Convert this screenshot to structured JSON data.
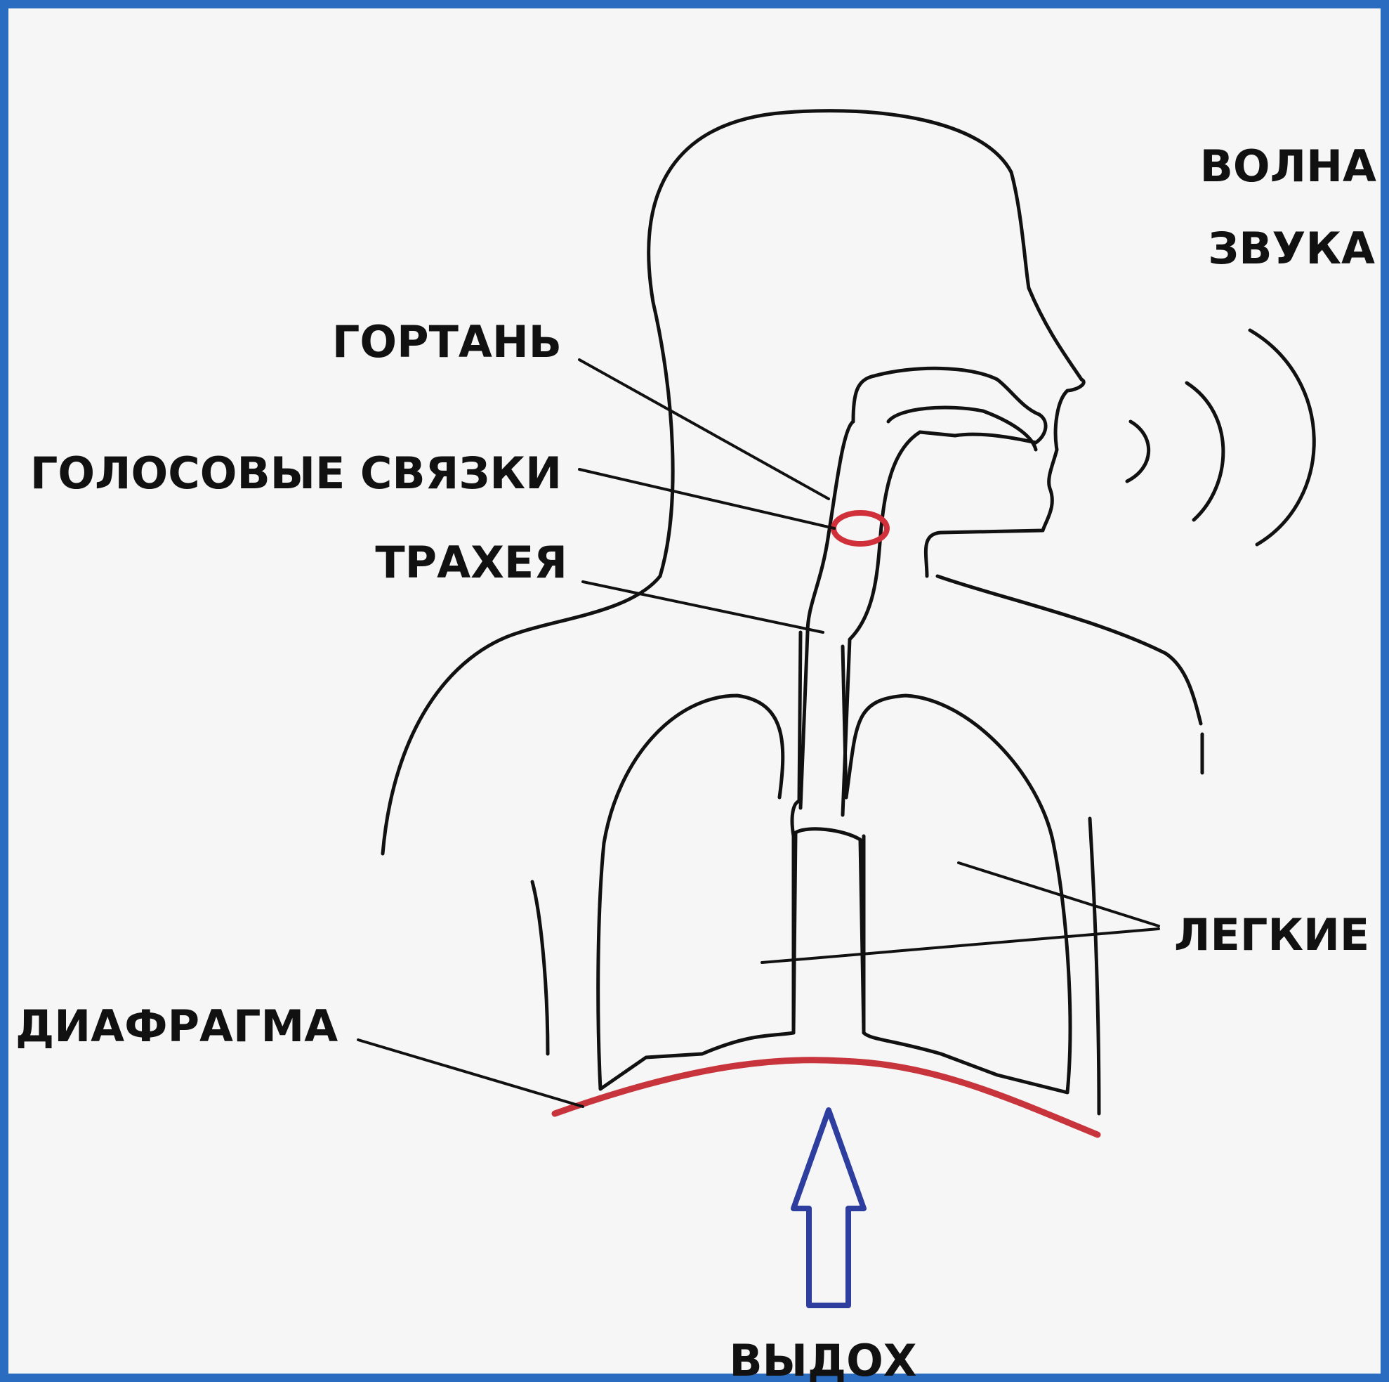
{
  "labels": {
    "larynx": "ГОРТАНЬ",
    "vocal_cords": "ГОЛОСОВЫЕ СВЯЗКИ",
    "trachea": "ТРАХЕЯ",
    "sound_wave_line1": "ВОЛНА",
    "sound_wave_line2": "ЗВУКА",
    "lungs": "ЛЕГКИЕ",
    "diaphragm": "ДИАФРАГМА",
    "exhale": "ВЫДОХ"
  },
  "colors": {
    "frame": "#2a6cc0",
    "outline": "#111111",
    "vocal_cords": "#d0303a",
    "diaphragm": "#c8343c",
    "arrow": "#2e3e9e"
  },
  "icons": {
    "exhale_arrow": "arrow-up-icon",
    "sound_waves": "sound-wave-icon"
  }
}
